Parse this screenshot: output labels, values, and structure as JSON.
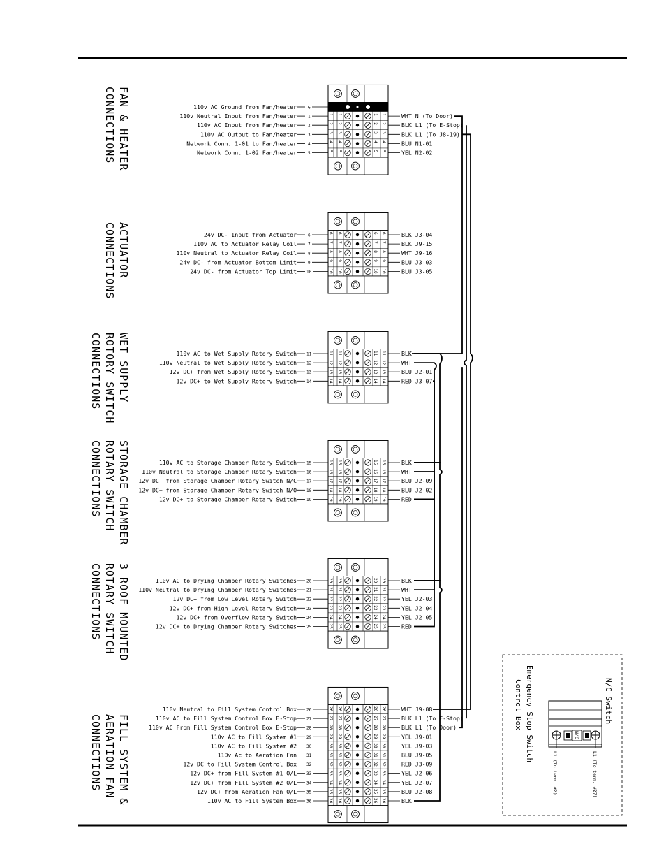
{
  "sections": [
    {
      "title_lines": [
        "FAN & HEATER",
        "CONNECTIONS"
      ],
      "top_has_ground": true,
      "rows": [
        {
          "n": "G",
          "left": "110v AC Ground from Fan/heater",
          "right": "",
          "ground": true
        },
        {
          "n": "1",
          "left": "110v Neutral Input from Fan/heater",
          "right": "WHT N (To Door)"
        },
        {
          "n": "2",
          "left": "110v AC Input from Fan/heater",
          "right": "BLK L1 (To E-Stop)"
        },
        {
          "n": "3",
          "left": "110v AC Output to Fan/heater",
          "right": "BLK L1 (To J8-19)"
        },
        {
          "n": "4",
          "left": "Network Conn. 1-01 to Fan/heater",
          "right": "BLU N1-01"
        },
        {
          "n": "5",
          "left": "Network Conn. 1-02 Fan/heater",
          "right": "YEL N2-02"
        }
      ]
    },
    {
      "title_lines": [
        "ACTUATOR",
        "CONNECTIONS"
      ],
      "rows": [
        {
          "n": "6",
          "left": "24v DC- Input from Actuator",
          "right": "BLK J3-04"
        },
        {
          "n": "7",
          "left": "110v AC to Actuator Relay Coil",
          "right": "BLK J9-15"
        },
        {
          "n": "8",
          "left": "110v Neutral to Actuator Relay Coil",
          "right": "WHT J9-16"
        },
        {
          "n": "9",
          "left": "24v DC- from Actuator Bottom Limit",
          "right": "BLU J3-03"
        },
        {
          "n": "10",
          "left": "24v DC- from Actuator Top Limit",
          "right": "BLU J3-05"
        }
      ]
    },
    {
      "title_lines": [
        "WET SUPPLY",
        "ROTORY SWITCH",
        "CONNECTIONS"
      ],
      "rows": [
        {
          "n": "11",
          "left": "110v AC to Wet Supply Rotory Switch",
          "right": "BLK"
        },
        {
          "n": "12",
          "left": "110v Neutral to Wet Supply Rotory Switch",
          "right": "WHT"
        },
        {
          "n": "13",
          "left": "12v DC+ from Wet Supply Rotory Switch",
          "right": "BLU J2-01"
        },
        {
          "n": "14",
          "left": "12v DC+ to Wet Supply Rotory Switch",
          "right": "RED J3-07"
        }
      ]
    },
    {
      "title_lines": [
        "STORAGE CHAMBER",
        "ROTARY SWITCH",
        "CONNECTIONS"
      ],
      "rows": [
        {
          "n": "15",
          "left": "110v AC to Storage Chamber Rotary Switch",
          "right": "BLK"
        },
        {
          "n": "16",
          "left": "110v Neutral to Storage Chamber Rotary Switch",
          "right": "WHT"
        },
        {
          "n": "17",
          "left": "12v DC+ from Storage Chamber Rotary Switch N/C",
          "right": "BLU J2-09"
        },
        {
          "n": "18",
          "left": "12v DC+ from Storage Chamber Rotary Switch N/O",
          "right": "BLU J2-02"
        },
        {
          "n": "19",
          "left": "12v DC+ to Storage Chamber Rotary Switch",
          "right": "RED"
        }
      ]
    },
    {
      "title_lines": [
        "3 ROOF MOUNTED",
        "ROTARY SWITCH",
        "CONNECTIONS"
      ],
      "rows": [
        {
          "n": "20",
          "left": "110v AC to Drying Chamber Rotary Switches",
          "right": "BLK"
        },
        {
          "n": "21",
          "left": "110v Neutral to Drying Chamber Rotary Switches",
          "right": "WHT"
        },
        {
          "n": "22",
          "left": "12v DC+ from Low Level Rotary Switch",
          "right": "YEL J2-03"
        },
        {
          "n": "23",
          "left": "12v DC+ from High Level Rotary Switch",
          "right": "YEL J2-04"
        },
        {
          "n": "24",
          "left": "12v DC+ from Overflow Rotary Switch",
          "right": "YEL J2-05"
        },
        {
          "n": "25",
          "left": "12v DC+ to Drying Chamber Rotary Switches",
          "right": "RED"
        }
      ]
    },
    {
      "title_lines": [
        "FILL SYSTEM &",
        "AERATION FAN",
        "CONNECTIONS"
      ],
      "rows": [
        {
          "n": "26",
          "left": "110v Neutral to Fill System Control Box",
          "right": "WHT J9-08"
        },
        {
          "n": "27",
          "left": "110v AC to Fill System Control Box E-Stop",
          "right": "BLK L1 (To E-Stop)"
        },
        {
          "n": "28",
          "left": "110v AC From Fill System Control Box E-Stop",
          "right": "BLK L1 (To Door)"
        },
        {
          "n": "29",
          "left": "110v AC to Fill System #1",
          "right": "YEL J9-01"
        },
        {
          "n": "30",
          "left": "110v AC to Fill System #2",
          "right": "YEL J9-03"
        },
        {
          "n": "31",
          "left": "110v Ac to Aeration Fan",
          "right": "BLU J9-05"
        },
        {
          "n": "32",
          "left": "12v DC to Fill System Control Box",
          "right": "RED J3-09"
        },
        {
          "n": "33",
          "left": "12v DC+ from Fill System #1 O/L",
          "right": "YEL J2-06"
        },
        {
          "n": "34",
          "left": "12v DC+ from Fill System #2 O/L",
          "right": "YEL J2-07"
        },
        {
          "n": "35",
          "left": "12v DC+ from Aeration Fan O/L",
          "right": "BLU J2-08"
        },
        {
          "n": "36",
          "left": "110v AC to Fill System Box",
          "right": "BLK"
        }
      ]
    }
  ],
  "estop": {
    "title_lines": [
      "Emergency Stop Switch",
      "Control Box"
    ],
    "switch_label": "N/C Switch",
    "nc_label": "N/C",
    "term1_label": "L1 (To term. #2)",
    "term2_label": "L1 (To term. #27)"
  }
}
